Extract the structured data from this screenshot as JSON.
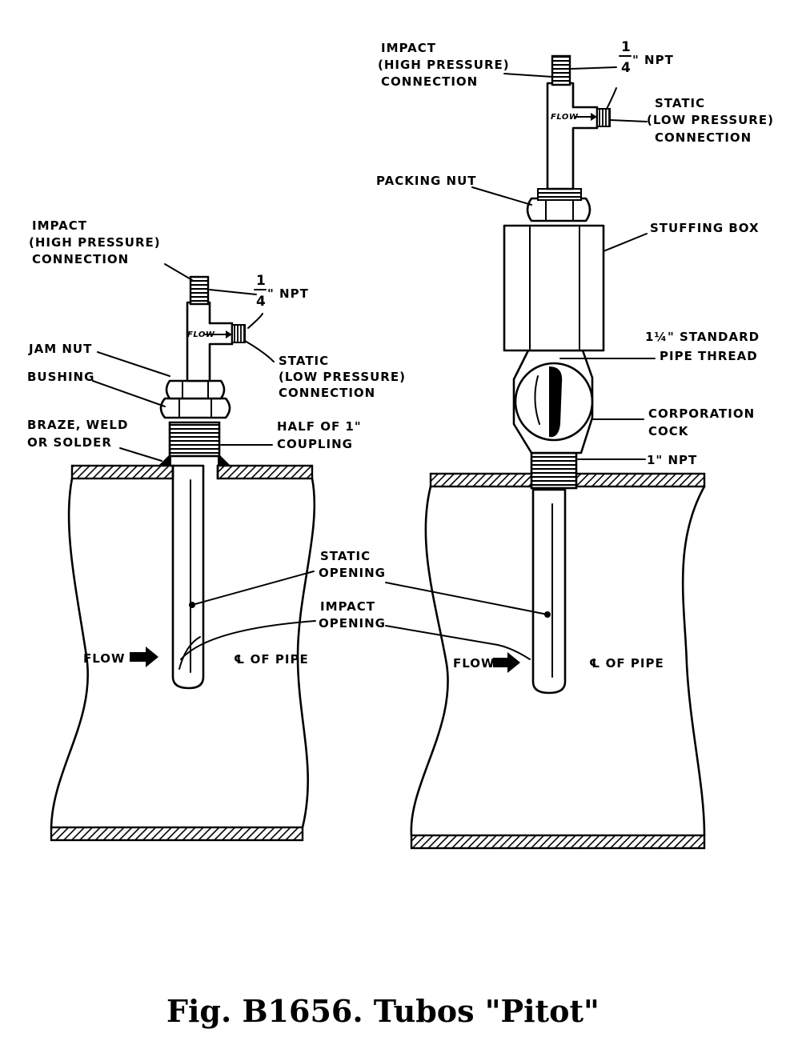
{
  "figure": {
    "caption": "Fig. B1656.  Tubos \"Pitot\""
  },
  "left_assembly": {
    "impact": [
      "IMPACT",
      "(HIGH PRESSURE)",
      "CONNECTION"
    ],
    "npt_num": "1",
    "npt_den": "4",
    "npt_tail": "\"  NPT",
    "flow_small": "FLOW",
    "static": [
      "STATIC",
      "(LOW PRESSURE)",
      "CONNECTION"
    ],
    "jam_nut": "JAM NUT",
    "bushing": "BUSHING",
    "braze": [
      "BRAZE, WELD",
      "OR SOLDER"
    ],
    "coupling": [
      "HALF OF 1\"",
      "COUPLING"
    ],
    "static_opening": [
      "STATIC",
      "OPENING"
    ],
    "impact_opening": [
      "IMPACT",
      "OPENING"
    ],
    "flow": "FLOW",
    "centerline": "℄  OF PIPE"
  },
  "right_assembly": {
    "impact": [
      "IMPACT",
      "(HIGH PRESSURE)",
      "CONNECTION"
    ],
    "npt_num": "1",
    "npt_den": "4",
    "npt_tail": "\"  NPT",
    "flow_small": "FLOW",
    "static": [
      "STATIC",
      "(LOW PRESSURE)",
      "CONNECTION"
    ],
    "packing_nut": "PACKING NUT",
    "stuffing_box": "STUFFING BOX",
    "std_thread": [
      "1¼\"  STANDARD",
      "PIPE THREAD"
    ],
    "corp_cock": [
      "CORPORATION",
      "COCK"
    ],
    "npt_1": "1\"  NPT",
    "flow": "FLOW",
    "centerline": "℄  OF PIPE"
  }
}
